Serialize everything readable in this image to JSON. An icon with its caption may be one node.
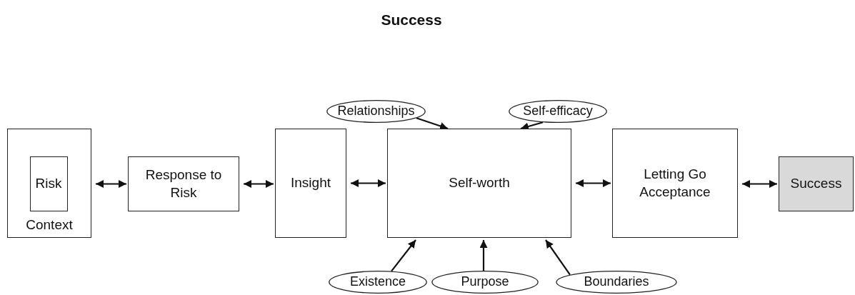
{
  "diagram": {
    "title": "Success",
    "nodes": [
      {
        "text": [
          "Context"
        ]
      },
      {
        "text": [
          "Risk"
        ],
        "in": 0
      },
      {
        "text": [
          "Response to Risk"
        ]
      },
      {
        "text": [
          "Insight"
        ]
      },
      {
        "text": [
          "Self-worth"
        ]
      },
      {
        "text": [
          "Letting Go Acceptance"
        ]
      },
      {
        "text": [
          "Success"
        ]
      },
      {
        "text": [
          "Relationships"
        ]
      },
      {
        "text": [
          "Self-efficacy"
        ]
      },
      {
        "text": [
          "Existence"
        ]
      },
      {
        "text": [
          "Purpose"
        ]
      },
      {
        "text": [
          "Boundaries"
        ]
      }
    ],
    "edges": [
      {
        "from": 0,
        "to": 2,
        "arrow": "both"
      },
      {
        "from": 2,
        "to": 3,
        "arrow": "both"
      },
      {
        "from": 3,
        "to": 4,
        "arrow": "both"
      },
      {
        "from": 4,
        "to": 5,
        "arrow": "both"
      },
      {
        "from": 5,
        "to": 6,
        "arrow": "both"
      },
      {
        "from": 7,
        "to": 4,
        "arrow": "to"
      },
      {
        "from": 8,
        "to": 4,
        "arrow": "to"
      },
      {
        "from": 9,
        "to": 4,
        "arrow": "to"
      },
      {
        "from": 10,
        "to": 4,
        "arrow": "to"
      },
      {
        "from": 11,
        "to": 4,
        "arrow": "to"
      }
    ]
  }
}
